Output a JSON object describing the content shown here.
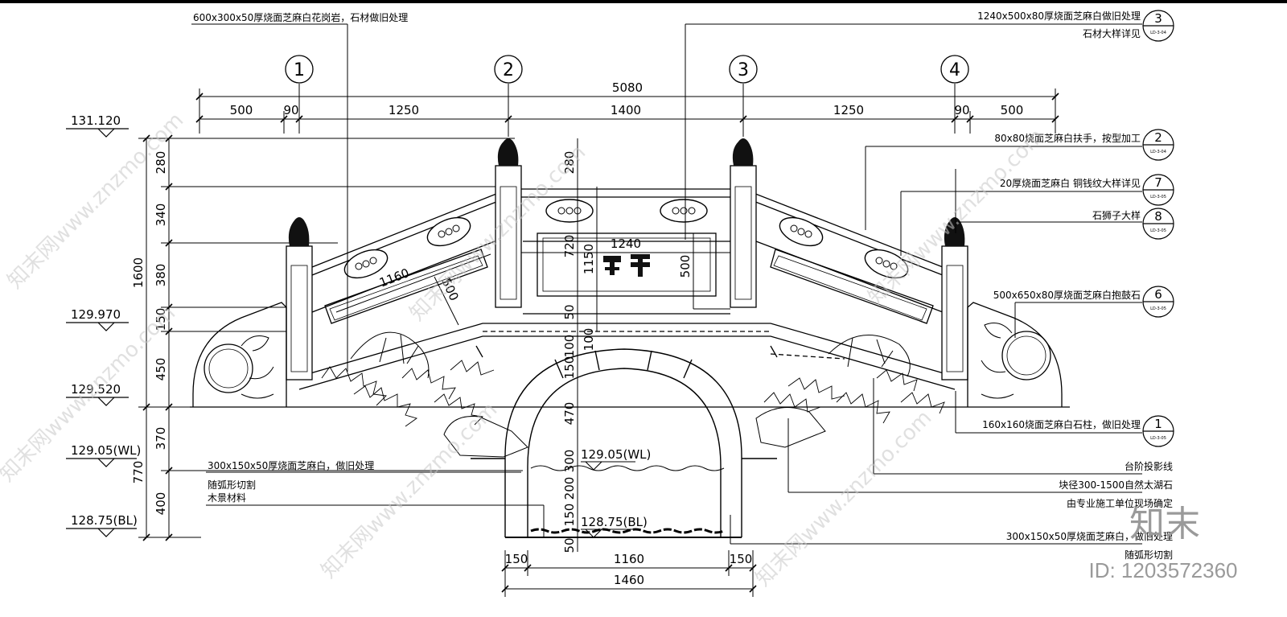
{
  "top_dims": {
    "overall": "5080",
    "segments": [
      "500",
      "90",
      "1250",
      "1400",
      "1250",
      "90",
      "500"
    ]
  },
  "axes": [
    "1",
    "2",
    "3",
    "4"
  ],
  "left_vertical_dims": [
    "280",
    "340",
    "380",
    "150",
    "450",
    "370",
    "400"
  ],
  "total_height_dims": [
    "1600",
    "770"
  ],
  "levels": [
    "131.120",
    "129.970",
    "129.520",
    "129.05(WL)",
    "128.75(BL)"
  ],
  "center_vertical_dims": [
    "280",
    "720",
    "1150",
    "500",
    "50",
    "100",
    "100",
    "150",
    "470",
    "300",
    "200",
    "150",
    "50"
  ],
  "inner_dims": [
    "1240",
    "1160",
    "500"
  ],
  "water_levels": [
    "129.05(WL)",
    "128.75(BL)"
  ],
  "bottom_dims": [
    "150",
    "1160",
    "150",
    "1460"
  ],
  "callouts_left": [
    "600x300x50厚烧面芝麻白花岗岩，石材做旧处理",
    "300x150x50厚烧面芝麻白，做旧处理",
    "随弧形切割",
    "木景材料"
  ],
  "callouts_right": [
    {
      "text": "1240x500x80厚烧面芝麻白做旧处理",
      "sub": "石材大样详见",
      "num": "3",
      "ref": "LD-3-04"
    },
    {
      "text": "80x80烧面芝麻白扶手，按型加工",
      "sub": "",
      "num": "2",
      "ref": "LD-3-04"
    },
    {
      "text": "20厚烧面芝麻白 铜钱纹大样详见",
      "sub": "",
      "num": "7",
      "ref": "LD-3-05"
    },
    {
      "text": "石狮子大样",
      "sub": "",
      "num": "8",
      "ref": "LD-3-05"
    },
    {
      "text": "500x650x80厚烧面芝麻白抱鼓石",
      "sub": "",
      "num": "6",
      "ref": "LD-3-05"
    },
    {
      "text": "160x160烧面芝麻白石柱，做旧处理",
      "sub": "",
      "num": "1",
      "ref": "LD-3-05"
    }
  ],
  "callouts_right_plain": [
    "台阶投影线",
    "块径300-1500自然太湖石",
    "由专业施工单位现场确定",
    "300x150x50厚烧面芝麻白，做旧处理",
    "随弧形切割"
  ],
  "brand": "知末",
  "image_id": "ID: 1203572360",
  "watermark": "知末网www.znzmo.com"
}
